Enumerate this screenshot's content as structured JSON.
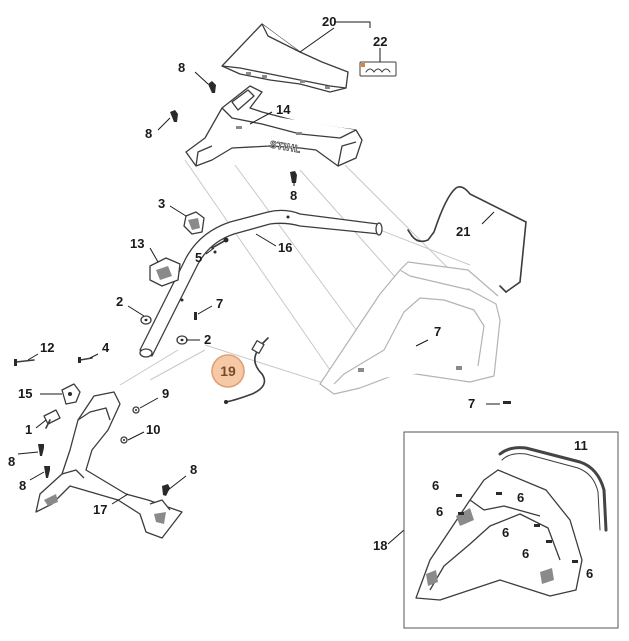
{
  "diagram": {
    "brand_mark": "STIHL",
    "highlighted_part": "19",
    "callouts": [
      {
        "id": "c20",
        "label": "20"
      },
      {
        "id": "c22",
        "label": "22"
      },
      {
        "id": "c8a",
        "label": "8"
      },
      {
        "id": "c14",
        "label": "14"
      },
      {
        "id": "c8b",
        "label": "8"
      },
      {
        "id": "c8c",
        "label": "8"
      },
      {
        "id": "c3",
        "label": "3"
      },
      {
        "id": "c21",
        "label": "21"
      },
      {
        "id": "c16",
        "label": "16"
      },
      {
        "id": "c13",
        "label": "13"
      },
      {
        "id": "c5",
        "label": "5"
      },
      {
        "id": "c2a",
        "label": "2"
      },
      {
        "id": "c7a",
        "label": "7"
      },
      {
        "id": "c2b",
        "label": "2"
      },
      {
        "id": "c7b",
        "label": "7"
      },
      {
        "id": "c12",
        "label": "12"
      },
      {
        "id": "c4",
        "label": "4"
      },
      {
        "id": "c15",
        "label": "15"
      },
      {
        "id": "c9",
        "label": "9"
      },
      {
        "id": "c7c",
        "label": "7"
      },
      {
        "id": "c1",
        "label": "1"
      },
      {
        "id": "c10",
        "label": "10"
      },
      {
        "id": "c8d",
        "label": "8"
      },
      {
        "id": "c8e",
        "label": "8"
      },
      {
        "id": "c8f",
        "label": "8"
      },
      {
        "id": "c17",
        "label": "17"
      },
      {
        "id": "c11",
        "label": "11"
      },
      {
        "id": "c6a",
        "label": "6"
      },
      {
        "id": "c6b",
        "label": "6"
      },
      {
        "id": "c6c",
        "label": "6"
      },
      {
        "id": "c6d",
        "label": "6"
      },
      {
        "id": "c6e",
        "label": "6"
      },
      {
        "id": "c6f",
        "label": "6"
      },
      {
        "id": "c18",
        "label": "18"
      }
    ]
  }
}
